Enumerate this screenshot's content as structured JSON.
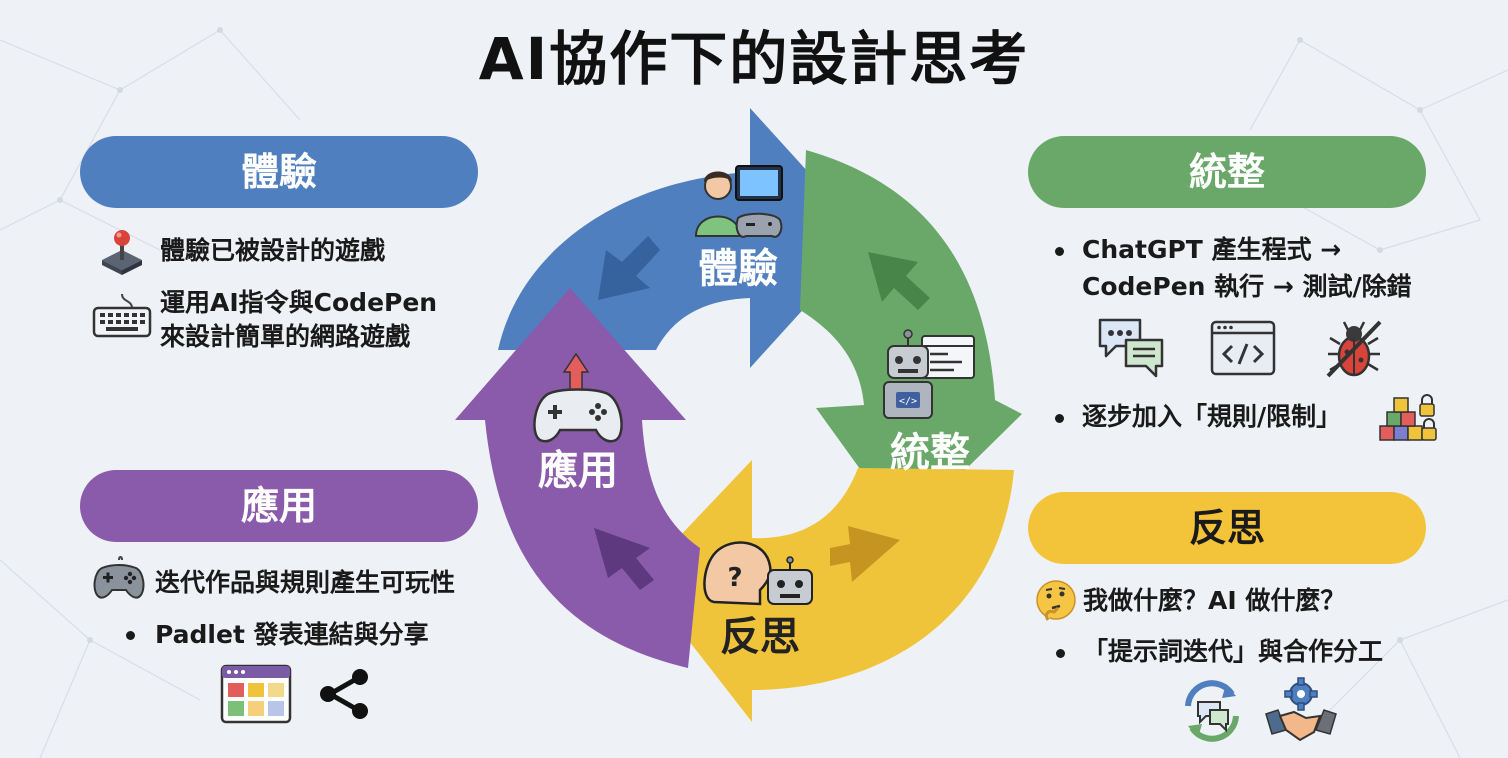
{
  "title": "AI協作下的設計思考",
  "stages": {
    "experience": {
      "label": "體驗",
      "color": "#4f7fbf"
    },
    "integrate": {
      "label": "統整",
      "color": "#6aa86a"
    },
    "reflect": {
      "label": "反思",
      "color": "#f0c43a"
    },
    "apply": {
      "label": "應用",
      "color": "#8a5aab"
    }
  },
  "experience_panel": {
    "heading": "體驗",
    "items": [
      "體驗已被設計的遊戲",
      "運用AI指令與CodePen",
      "來設計簡單的網路遊戲"
    ]
  },
  "integrate_panel": {
    "heading": "統整",
    "items": [
      "ChatGPT 產生程式 →",
      "CodePen 執行 → 測試/除錯",
      "逐步加入「規則/限制」"
    ]
  },
  "apply_panel": {
    "heading": "應用",
    "items": [
      "迭代作品與規則產生可玩性",
      "Padlet 發表連結與分享"
    ]
  },
  "reflect_panel": {
    "heading": "反思",
    "items": [
      "我做什麼？AI 做什麼？",
      "「提示詞迭代」與合作分工"
    ]
  }
}
